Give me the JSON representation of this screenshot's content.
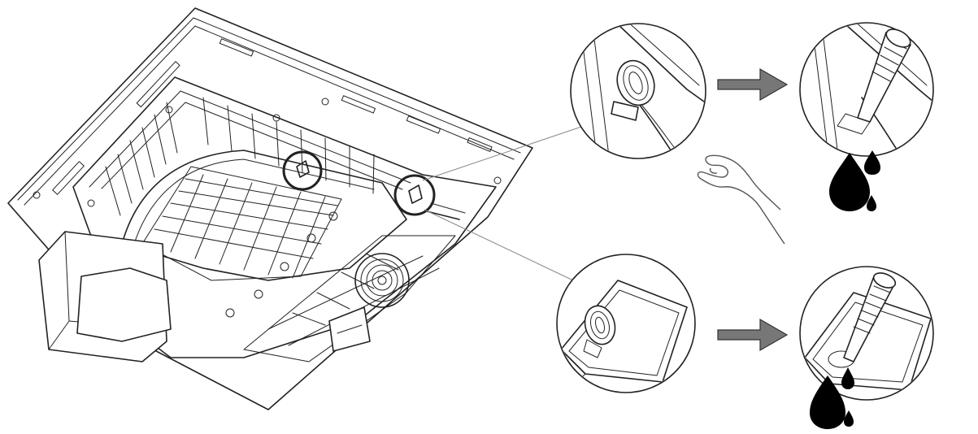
{
  "diagram": {
    "callouts": [
      {
        "id": "upper",
        "steps": [
          "plug-inserted",
          "plug-removed-water-drains"
        ]
      },
      {
        "id": "lower",
        "steps": [
          "plug-inserted",
          "plug-removed-water-drains"
        ]
      }
    ],
    "colors": {
      "line": "#222222",
      "arrow": "#777777",
      "water": "#000000",
      "background": "#ffffff"
    },
    "icons": [
      "ceiling-cassette-unit",
      "drain-plug",
      "step-arrow",
      "water-drop",
      "hand"
    ]
  }
}
